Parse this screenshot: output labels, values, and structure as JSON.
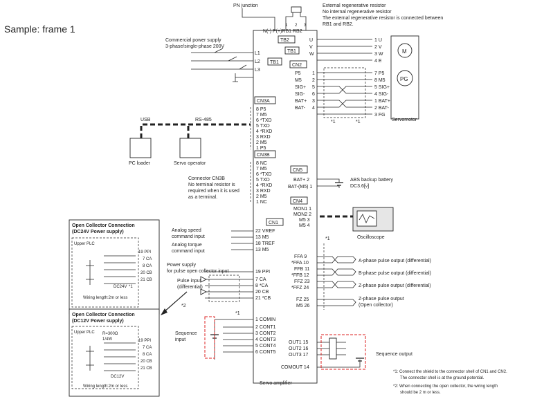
{
  "sample_title": "Sample: frame 1",
  "top": {
    "pn_junction": "PN junction",
    "regen_note": [
      "External regenerative resistor",
      "No internal regenerative resistor",
      "The external regenerative resistor is connected between",
      "RB1 and RB2."
    ],
    "top_terminals": "N(-) P(+)RB1 RB2",
    "top_numbers": [
      "1",
      "2",
      "3"
    ]
  },
  "power": {
    "label_1": "Commercial power supply",
    "label_2": "3-phase/single-phase 200V",
    "terminals": [
      "L1",
      "L2",
      "L3"
    ],
    "tb1": "TB1",
    "tb2": "TB2"
  },
  "motor": {
    "tb2_terminals": [
      "U",
      "V",
      "W"
    ],
    "motor_pins": [
      "1 U",
      "2 V",
      "3 W",
      "4 E"
    ],
    "m_label": "M",
    "cn2": "CN2",
    "cn2_left": [
      "P5",
      "M5",
      "SIG+",
      "SIG-",
      "BAT+",
      "BAT-"
    ],
    "cn2_nums": [
      "1",
      "2",
      "5",
      "6",
      "3",
      "4"
    ],
    "cn2_right": [
      "7 P5",
      "8 M5",
      "5 SIG+",
      "4 SIG-",
      "1 BAT+",
      "2 BAT-",
      "3 FG"
    ],
    "pg_label": "PG",
    "servomotor": "Servomotor",
    "note_mark_1": "*1",
    "note_mark_2": "*1"
  },
  "cn3a": {
    "title": "CN3A",
    "pins": [
      "8 P5",
      "7 M5",
      "6 *TXD",
      "5 TXD",
      "4 *RXD",
      "3 RXD",
      "2 M5",
      "1 P5"
    ],
    "usb": "USB",
    "rs485": "RS-485",
    "pc_loader": "PC loader",
    "servo_operator": "Servo operator"
  },
  "cn3b": {
    "title": "CN3B",
    "pins": [
      "8 NC",
      "7 M5",
      "6 *TXD",
      "5 TXD",
      "4 *RXD",
      "3 RXD",
      "2 M5",
      "1 NC"
    ],
    "note": [
      "Connector CN3B",
      "No terminal resistor is",
      "required when it is used",
      "as a terminal."
    ]
  },
  "cn5": {
    "title": "CN5",
    "pins": [
      "BAT+ 2",
      "BAT-(M5) 1"
    ],
    "battery": [
      "ABS backup battery",
      "DC3.6[v]"
    ]
  },
  "cn4": {
    "title": "CN4",
    "pins": [
      "MON1 1",
      "MON2 2",
      "M5 3",
      "M5 4"
    ],
    "oscilloscope": "Oscilloscope"
  },
  "cn1": {
    "title": "CN1",
    "analog_speed": [
      "Analog speed",
      "command input"
    ],
    "analog_torque": [
      "Analog torque",
      "command input"
    ],
    "pins_analog": [
      "22 VREF",
      "13 M5",
      "18 TREF",
      "13 M5"
    ],
    "ppi_label": [
      "Power supply",
      "for pulse open collector input"
    ],
    "pulse_label": [
      "Pulse input",
      "(differential)"
    ],
    "pins_pulse": [
      "19 PPI",
      "7 CA",
      "8 *CA",
      "20 CB",
      "21 *CB"
    ],
    "mark_2": "*2",
    "mark_1": "*1",
    "comin": "1 COMIN",
    "seq_label": [
      "Sequence",
      "input"
    ],
    "cont_pins": [
      "2 CONT1",
      "3 CONT2",
      "4 CONT3",
      "5 CONT4",
      "6 CONT5"
    ],
    "out_pins": [
      "OUT1 15",
      "OUT2 16",
      "OUT3 17"
    ],
    "comout": "COMOUT 14",
    "seq_output": "Sequence output",
    "ffa_pins": [
      "FFA 9",
      "*FFA 10",
      "FFB 11",
      "*FFB 12",
      "FFZ 23",
      "*FFZ 24",
      "FZ 25",
      "M5 26"
    ],
    "phase_a": "A-phase pulse output (differential)",
    "phase_b": "B-phase pulse output (differential)",
    "phase_z": "Z-phase pulse output (differential)",
    "phase_zo": [
      "Z-phase pulse output",
      "(Open collector)"
    ],
    "mark_top": "*1"
  },
  "amp_label": "Servo amplifier",
  "oc24": {
    "title": [
      "Open Collector Connection",
      "(DC24V Power supply)"
    ],
    "plc": "Upper PLC",
    "pins": [
      "19 PPI",
      "7 CA",
      "8 CA",
      "20 CB",
      "21 CB"
    ],
    "voltage": "DC24V",
    "mark": "*1",
    "wiring": "Wiring length:2m or less"
  },
  "oc12": {
    "title": [
      "Open Collector Connection",
      "(DC12V Power supply)"
    ],
    "plc": "Upper PLC",
    "resistor": [
      "R=300Ω",
      "1/4W"
    ],
    "pins": [
      "19 PPI",
      "7 CA",
      "8 CA",
      "20 CB",
      "21 CB"
    ],
    "voltage": "DC12V",
    "wiring": "Wiring length:2m or less"
  },
  "footnotes": {
    "n1": [
      "*1: Connect the shield to the connector shell of CN1 and CN2.",
      "The connector shell is at the ground potential."
    ],
    "n2": [
      "*2: When connecting the open collector, the wiring length",
      "should be 2 m or less."
    ]
  }
}
